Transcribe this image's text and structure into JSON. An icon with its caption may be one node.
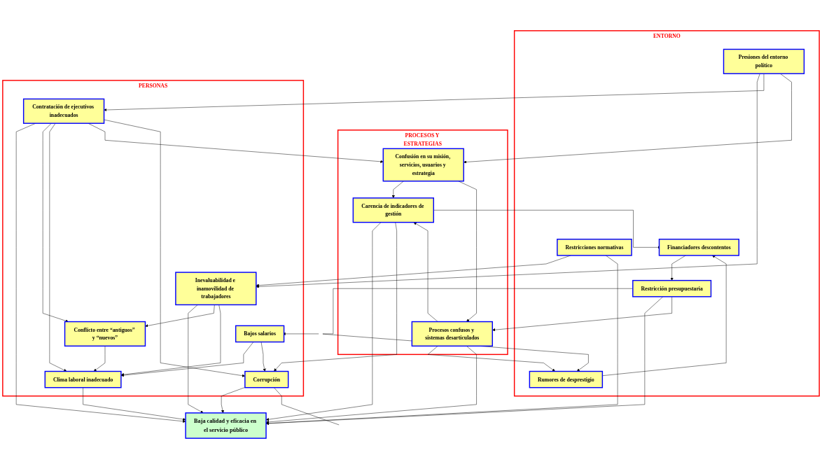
{
  "diagram": {
    "nodes": [
      {
        "text": [
          "ENTORNO"
        ]
      },
      {
        "text": [
          "Presiones del entorno político"
        ],
        "in": 0
      },
      {
        "text": [
          "Restricciones normativas"
        ],
        "in": 0
      },
      {
        "text": [
          "Restricción presupuestaria"
        ],
        "in": 0
      },
      {
        "text": [
          "Financiadores descontentos"
        ],
        "in": 0
      },
      {
        "text": [
          "Rumores de desprestigio"
        ],
        "in": 0
      },
      {
        "text": [
          "Baja calidad y eficacia en el servicio público"
        ]
      },
      {
        "text": [
          "PERSONAS"
        ]
      },
      {
        "text": [
          "Inevaluabilidad e inamovilidad de trabajadores"
        ],
        "in": 7
      },
      {
        "text": [
          "Contratación de ejecutivos inadecuados"
        ],
        "in": 7
      },
      {
        "text": [
          "Conflicto entre “antiguos” y “nuevos”"
        ],
        "in": 7
      },
      {
        "text": [
          "Clima laboral inadecuado"
        ],
        "in": 7
      },
      {
        "text": [
          "Bajos salarios"
        ],
        "in": 7
      },
      {
        "text": [
          "Corrupción"
        ],
        "in": 7
      },
      {
        "text": [
          "PROCESOS Y ESTRATEGIAS"
        ]
      },
      {
        "text": [
          "Carencia de indicadores de gestión"
        ],
        "in": 14
      },
      {
        "text": [
          "Procesos confusos y sistemas desarticulados"
        ],
        "in": 14
      },
      {
        "text": [
          "Confusión en su misión, servicios, usuarios y estrategia"
        ],
        "in": 14
      }
    ],
    "edges": [
      {
        "from": 1,
        "to": 8,
        "arrow": "to"
      },
      {
        "from": 1,
        "to": 9,
        "arrow": "to"
      },
      {
        "from": 1,
        "to": 17,
        "arrow": "to"
      },
      {
        "from": 2,
        "to": 8,
        "arrow": "to"
      },
      {
        "from": 2,
        "to": 6,
        "arrow": "to"
      },
      {
        "from": 8,
        "to": 6,
        "arrow": "to"
      },
      {
        "from": 3,
        "to": 6,
        "arrow": "to"
      },
      {
        "from": 3,
        "to": 16,
        "arrow": "to"
      },
      {
        "from": 3,
        "to": 12,
        "arrow": "to"
      },
      {
        "from": 4,
        "to": 3,
        "arrow": "to"
      },
      {
        "from": 5,
        "to": 4,
        "arrow": "to"
      },
      {
        "from": null,
        "to": 5,
        "arrow": "to"
      },
      {
        "from": 15,
        "to": 4,
        "arrow": "to"
      },
      {
        "from": 16,
        "to": 5,
        "arrow": "to"
      },
      {
        "from": 16,
        "to": 15,
        "arrow": "to"
      },
      {
        "from": 15,
        "to": 6,
        "arrow": "to"
      },
      {
        "from": 9,
        "to": 6,
        "arrow": "to"
      },
      {
        "from": 8,
        "to": 10,
        "arrow": "to"
      },
      {
        "from": 8,
        "to": 11,
        "arrow": "to"
      },
      {
        "from": 9,
        "to": 10,
        "arrow": "to"
      },
      {
        "from": 9,
        "to": 11,
        "arrow": "to"
      },
      {
        "from": 9,
        "to": 17,
        "arrow": "to"
      },
      {
        "from": 9,
        "to": 13,
        "arrow": "to"
      },
      {
        "from": 10,
        "to": 11,
        "arrow": "to"
      },
      {
        "from": 11,
        "to": 6,
        "arrow": "to"
      },
      {
        "from": 12,
        "to": 11,
        "arrow": "to"
      },
      {
        "from": 12,
        "to": 13,
        "arrow": "to"
      },
      {
        "from": 13,
        "to": 6,
        "arrow": "to"
      },
      {
        "from": 16,
        "to": 6,
        "arrow": "to"
      },
      {
        "from": 15,
        "to": 13,
        "arrow": "to"
      },
      {
        "from": 17,
        "to": 15,
        "arrow": "to"
      },
      {
        "from": 17,
        "to": 16,
        "arrow": "to"
      },
      {
        "from": 13,
        "to": null,
        "arrow": "none"
      }
    ]
  }
}
